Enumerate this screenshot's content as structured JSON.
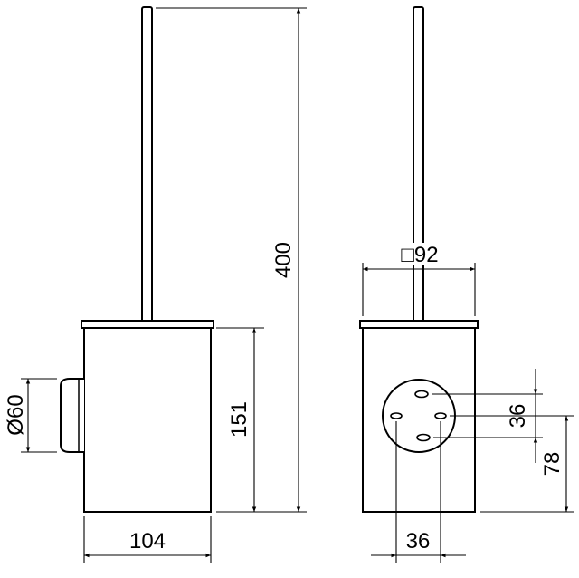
{
  "drawing": {
    "type": "technical-dimension-drawing",
    "colors": {
      "background": "#ffffff",
      "line": "#000000"
    }
  },
  "views": {
    "side": {
      "dims": {
        "overall_height": "400",
        "body_height": "151",
        "body_width": "104",
        "plate_diameter": "Ø60"
      }
    },
    "front": {
      "dims": {
        "body_width": "□92",
        "hole_vertical_spacing": "36",
        "holes_to_bottom": "78",
        "hole_horizontal_spacing": "36"
      }
    }
  }
}
